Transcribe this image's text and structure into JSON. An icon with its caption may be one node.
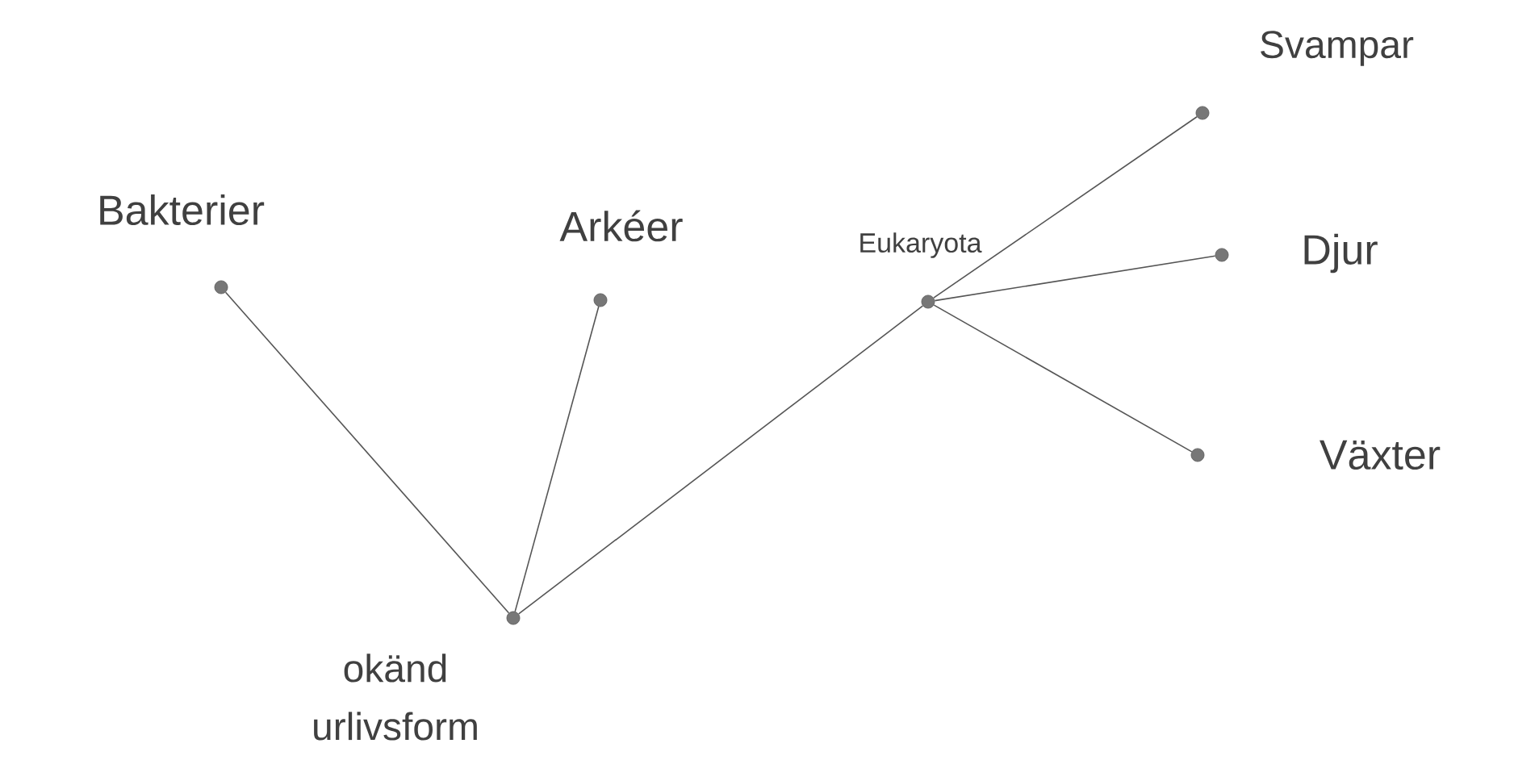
{
  "diagram": {
    "nodes": [
      {
        "text": [],
        "shape": "circle",
        "beside": [
          "okänd urlivsform"
        ]
      },
      {
        "text": [],
        "shape": "circle",
        "beside": [
          "Bakterier"
        ]
      },
      {
        "text": [],
        "shape": "circle",
        "beside": [
          "Arkéer"
        ]
      },
      {
        "text": [],
        "shape": "circle",
        "beside": [
          "Eukaryota"
        ]
      },
      {
        "text": [],
        "shape": "circle",
        "beside": [
          "Svampar"
        ]
      },
      {
        "text": [],
        "shape": "circle",
        "beside": [
          "Djur"
        ]
      },
      {
        "text": [],
        "shape": "circle",
        "beside": [
          "Växter"
        ]
      }
    ],
    "edges": [
      {
        "from": 0,
        "to": 1,
        "arrow": "none"
      },
      {
        "from": 0,
        "to": 2,
        "arrow": "none"
      },
      {
        "from": 0,
        "to": 3,
        "arrow": "none"
      },
      {
        "from": 3,
        "to": 4,
        "arrow": "none"
      },
      {
        "from": 3,
        "to": 5,
        "arrow": "none"
      },
      {
        "from": 3,
        "to": 6,
        "arrow": "none"
      }
    ]
  }
}
